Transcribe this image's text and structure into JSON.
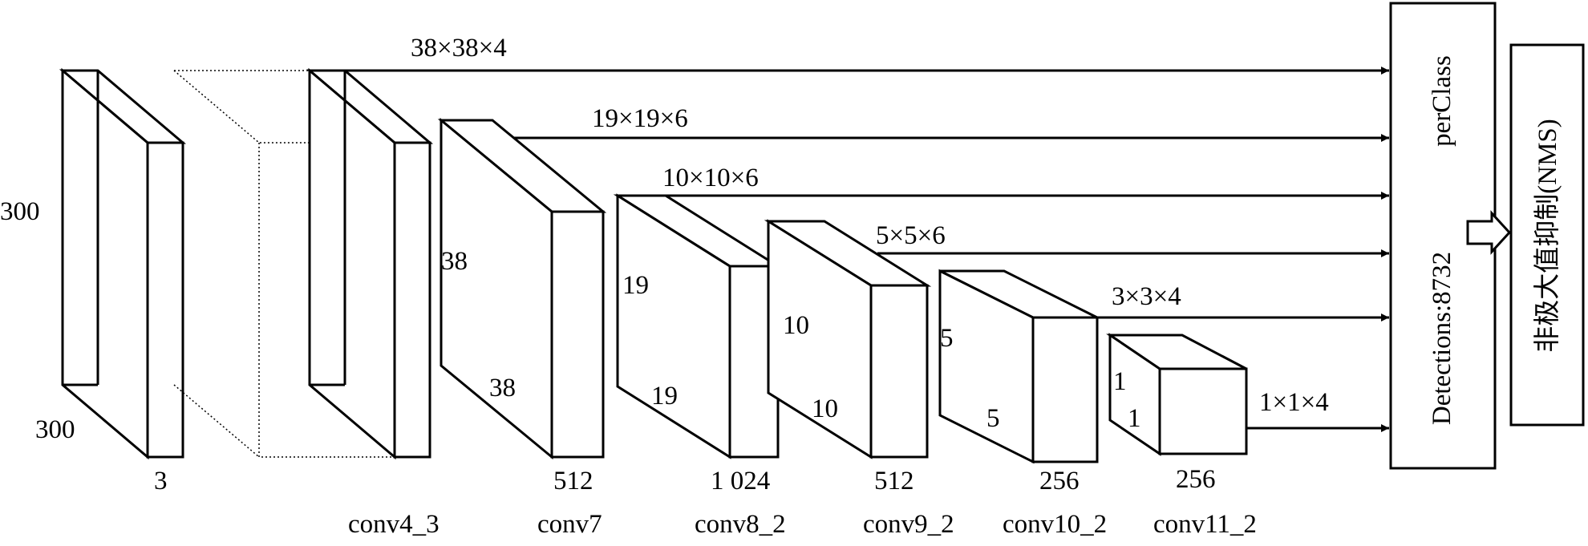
{
  "input": {
    "height_label": "300",
    "width_label": "300",
    "channels_label": "3"
  },
  "layers": [
    {
      "id": "conv4_3",
      "name": "conv4_3",
      "side_label": "",
      "bottom_label": "",
      "channels_label": "",
      "output_label": "38×38×4"
    },
    {
      "id": "conv7",
      "name": "conv7",
      "side_label": "38",
      "bottom_label": "38",
      "channels_label": "512",
      "output_label": "19×19×6"
    },
    {
      "id": "conv8_2",
      "name": "conv8_2",
      "side_label": "19",
      "bottom_label": "19",
      "channels_label": "1 024",
      "output_label": "10×10×6"
    },
    {
      "id": "conv9_2",
      "name": "conv9_2",
      "side_label": "10",
      "bottom_label": "10",
      "channels_label": "512",
      "output_label": "5×5×6"
    },
    {
      "id": "conv10_2",
      "name": "conv10_2",
      "side_label": "5",
      "bottom_label": "5",
      "channels_label": "256",
      "output_label": "3×3×4"
    },
    {
      "id": "conv11_2",
      "name": "conv11_2",
      "side_label": "1",
      "bottom_label": "1",
      "channels_label": "256",
      "output_label": "1×1×4"
    }
  ],
  "detections_box": {
    "line1": "Detections:8732",
    "line2": "perClass"
  },
  "nms_box": {
    "label": "非极大值抑制(NMS)"
  },
  "colors": {
    "stroke": "#000000",
    "fill": "#ffffff"
  }
}
